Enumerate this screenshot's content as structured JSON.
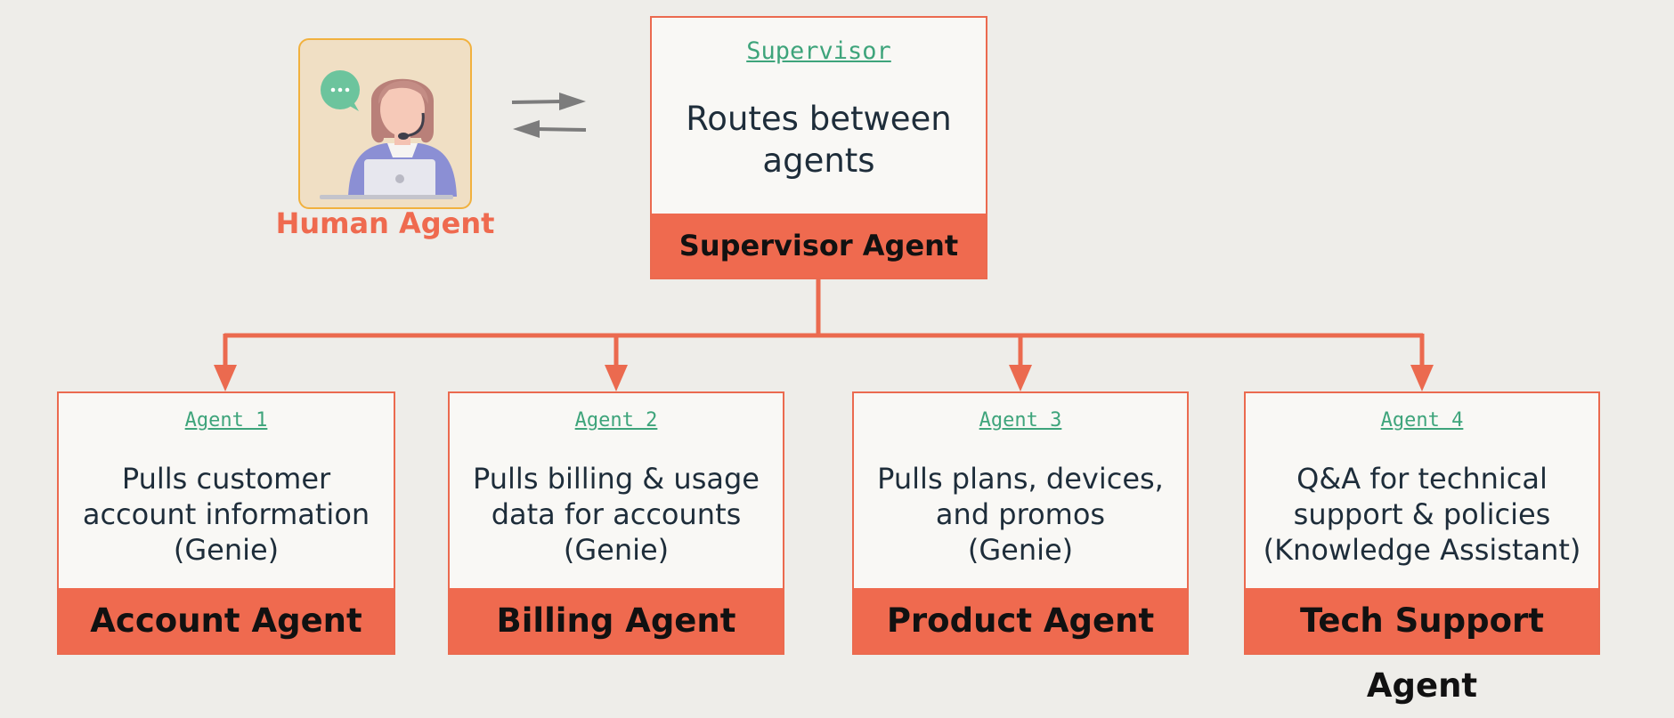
{
  "human": {
    "label": "Human Agent"
  },
  "supervisor": {
    "tag": "Supervisor",
    "description": "Routes between agents",
    "name": "Supervisor Agent"
  },
  "agents": [
    {
      "tag": "Agent 1",
      "description_lines": [
        "Pulls customer",
        "account information",
        "(Genie)"
      ],
      "name": "Account Agent"
    },
    {
      "tag": "Agent 2",
      "description_lines": [
        "Pulls billing & usage",
        "data for accounts",
        "(Genie)"
      ],
      "name": "Billing Agent"
    },
    {
      "tag": "Agent 3",
      "description_lines": [
        "Pulls plans, devices,",
        "and promos",
        "(Genie)"
      ],
      "name": "Product Agent"
    },
    {
      "tag": "Agent 4",
      "description_lines": [
        "Q&A for technical",
        "support & policies",
        "(Knowledge Assistant)"
      ],
      "name": "Tech Support Agent"
    }
  ],
  "colors": {
    "accent": "#ef6a4f",
    "tag_green": "#3ea47b",
    "background": "#eeede9",
    "box_fill": "#f9f8f5",
    "human_border": "#f1b13e",
    "human_fill": "#f0dfc4",
    "arrow_gray": "#7c7c7c"
  }
}
